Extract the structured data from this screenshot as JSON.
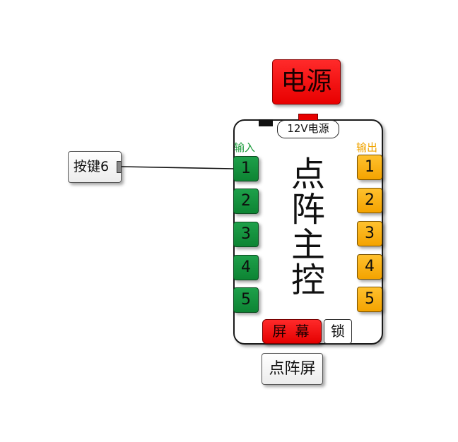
{
  "power": {
    "label": "电源"
  },
  "controller": {
    "title": "点阵主控",
    "power_port_label": "12V电源",
    "inputs_label": "输入",
    "outputs_label": "输出",
    "inputs": [
      "1",
      "2",
      "3",
      "4",
      "5"
    ],
    "outputs": [
      "1",
      "2",
      "3",
      "4",
      "5"
    ],
    "screen_button": "屏 幕",
    "lock_button": "锁"
  },
  "display": {
    "label": "点阵屏"
  },
  "key": {
    "label": "按键6"
  },
  "colors": {
    "input_green": "#159a42",
    "output_yellow": "#f4a300",
    "power_red": "#e80000"
  }
}
